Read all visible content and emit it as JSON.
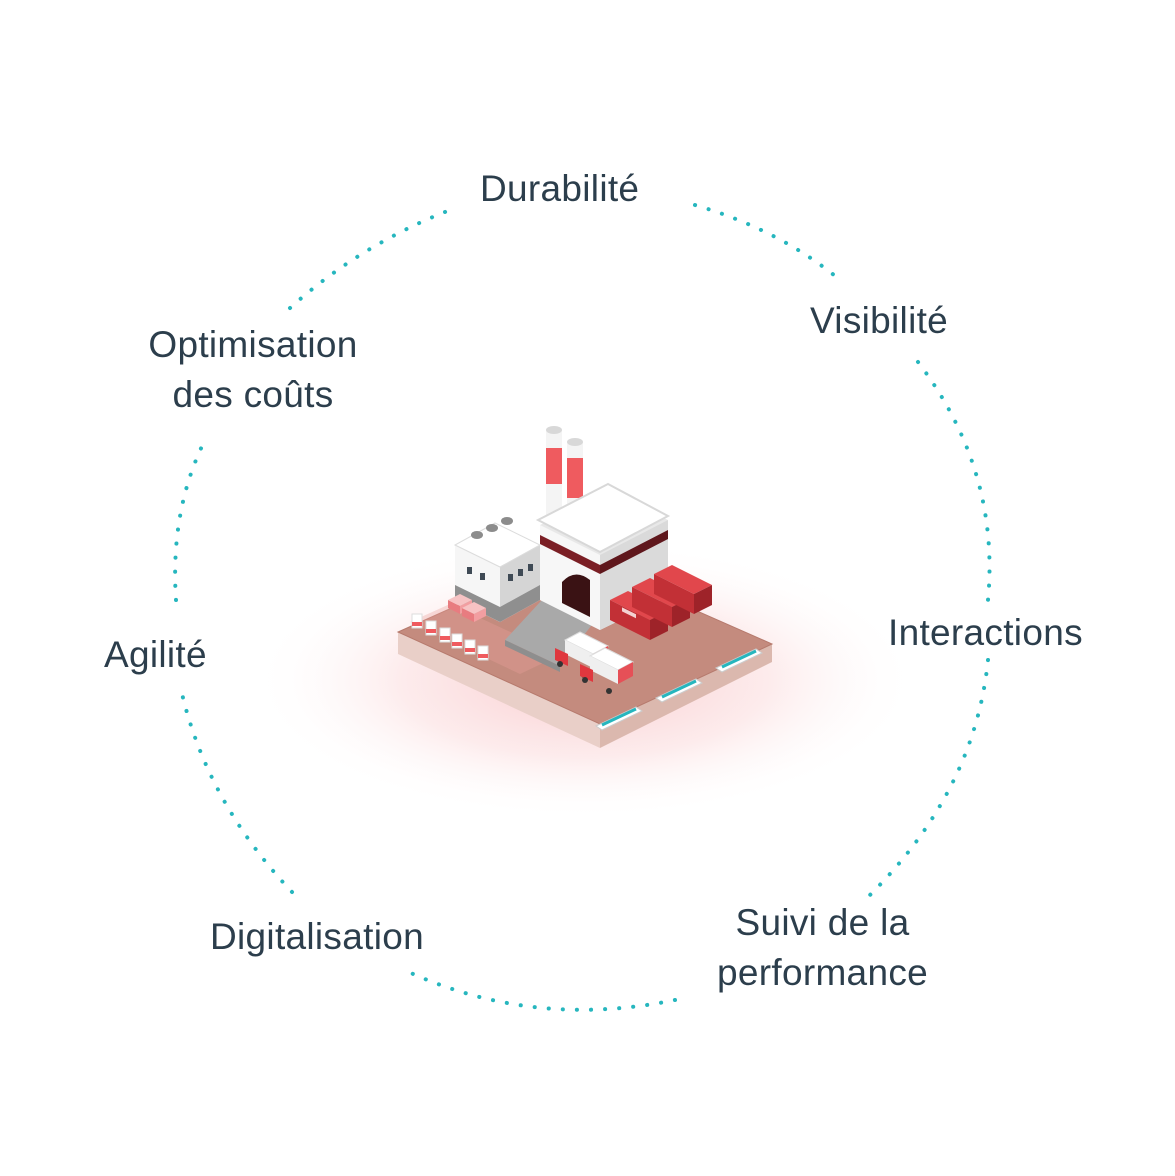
{
  "diagram": {
    "center": {
      "label": "",
      "icon": "factory-icon"
    },
    "labels": {
      "durabilite": "Durabilité",
      "visibilite": "Visibilité",
      "interactions": "Interactions",
      "suivi_line1": "Suivi de la",
      "suivi_line2": "performance",
      "digitalisation": "Digitalisation",
      "agilite": "Agilité",
      "optimisation_line1": "Optimisation",
      "optimisation_line2": "des coûts"
    }
  },
  "colors": {
    "text": "#2c3e4c",
    "dots": "#26b6be",
    "accent_red": "#e8434a",
    "ground": "#c48b7e"
  }
}
